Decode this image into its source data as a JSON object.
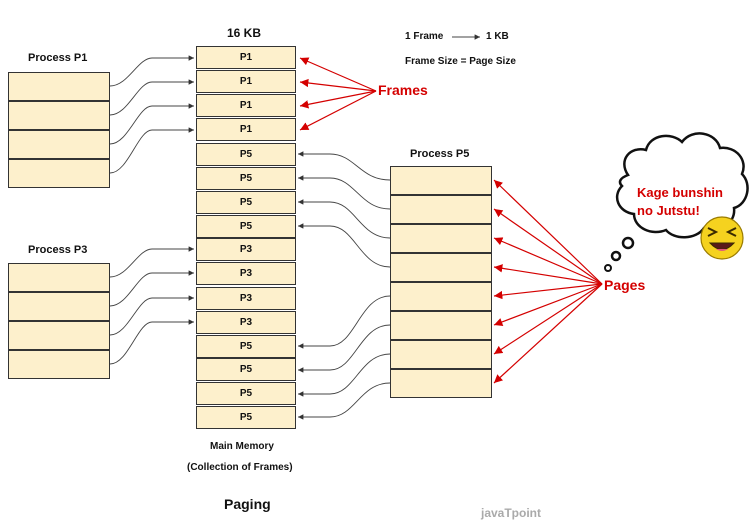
{
  "memory": {
    "size_label": "16 KB",
    "caption_line1": "Main Memory",
    "caption_line2": "(Collection of Frames)",
    "frames": [
      "P1",
      "P1",
      "P1",
      "P1",
      "P5",
      "P5",
      "P5",
      "P5",
      "P3",
      "P3",
      "P3",
      "P3",
      "P5",
      "P5",
      "P5",
      "P5"
    ]
  },
  "legend": {
    "frame_left": "1 Frame",
    "frame_right": "1 KB",
    "frame_equals_page": "Frame Size = Page Size"
  },
  "processes": {
    "p1_label": "Process P1",
    "p3_label": "Process P3",
    "p5_label": "Process P5"
  },
  "annotations": {
    "frames": "Frames",
    "pages": "Pages",
    "bubble_line1": "Kage bunshin",
    "bubble_line2": "no Jutstu!"
  },
  "footer": {
    "title": "Paging",
    "watermark": "javaTpoint"
  },
  "colors": {
    "cell_fill": "#fdf0cc",
    "annotation_red": "#d40000",
    "emoji_yellow": "#f5d21f"
  }
}
